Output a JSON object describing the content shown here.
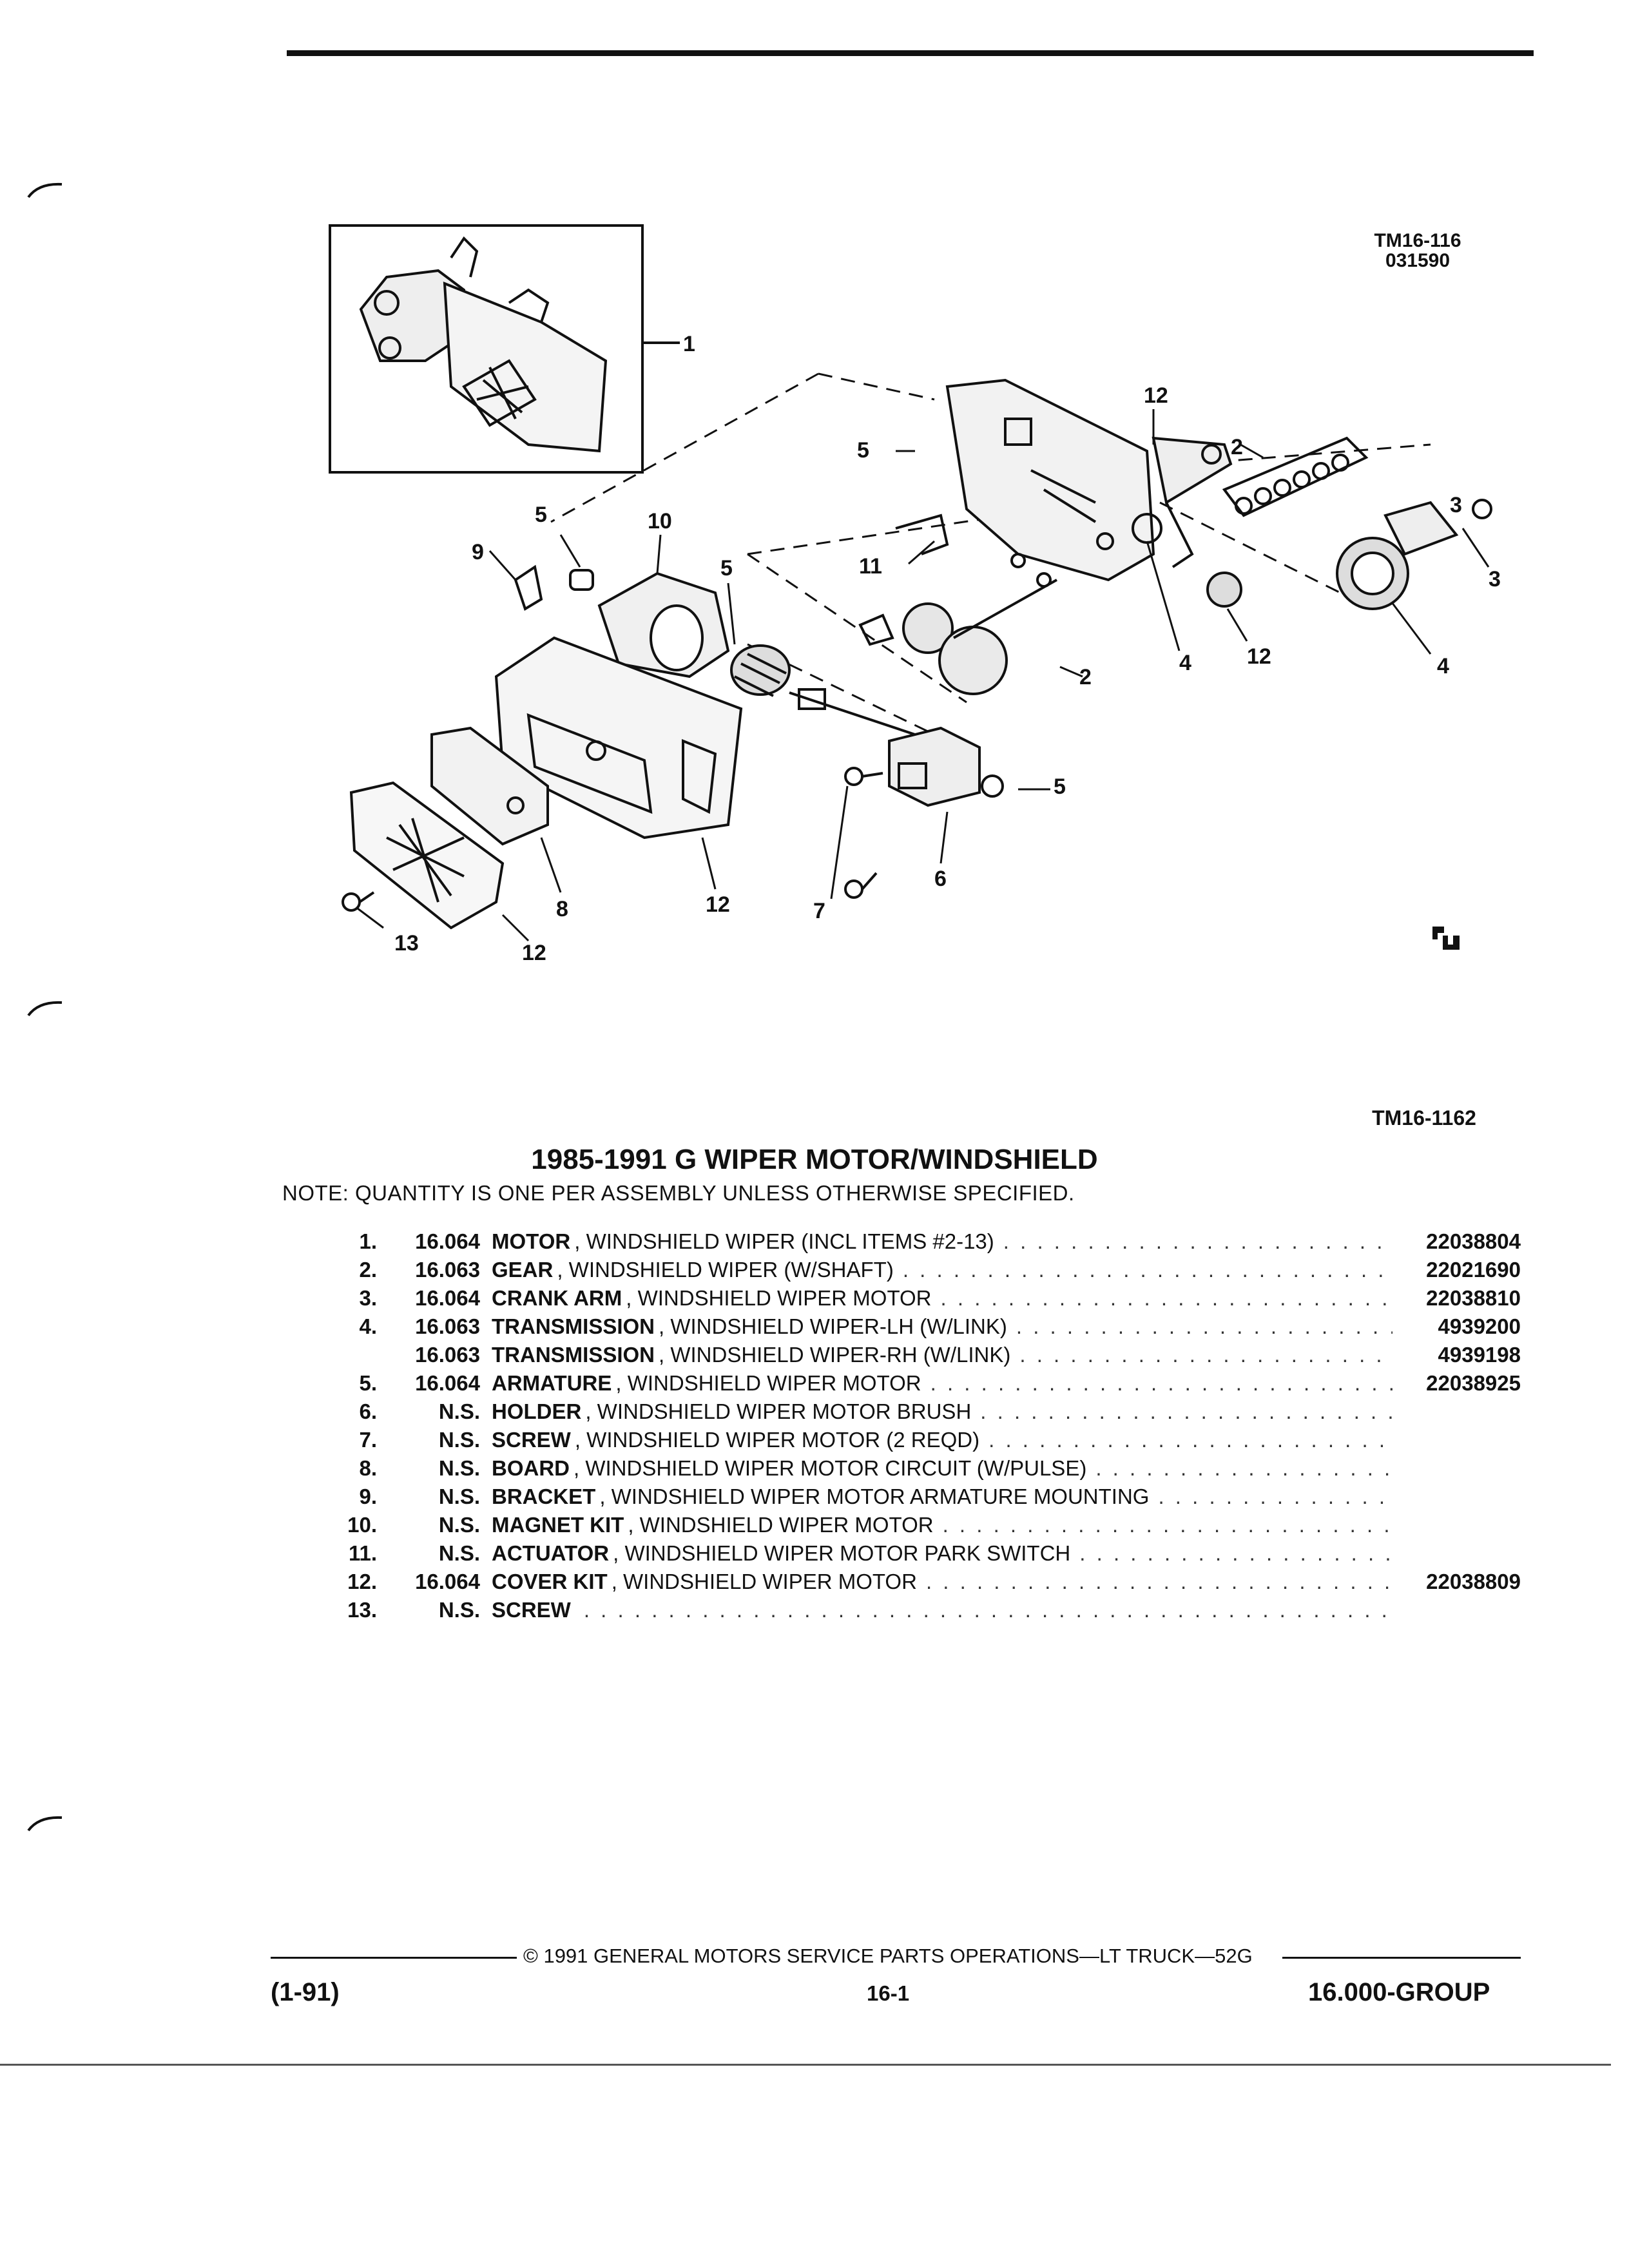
{
  "header": {
    "drawing_id_top": [
      "TM16-116",
      "031590"
    ],
    "drawing_id_bottom": "TM16-1162"
  },
  "diagram": {
    "callouts": [
      "1",
      "2",
      "2",
      "3",
      "3",
      "4",
      "4",
      "5",
      "5",
      "5",
      "5",
      "6",
      "7",
      "8",
      "9",
      "10",
      "11",
      "12",
      "12",
      "12",
      "12",
      "13"
    ]
  },
  "title": "1985-1991 G WIPER MOTOR/WINDSHIELD",
  "note": "NOTE: QUANTITY IS ONE PER ASSEMBLY UNLESS OTHERWISE SPECIFIED.",
  "parts": [
    {
      "no": "1.",
      "group": "16.064",
      "name": "MOTOR",
      "desc": ", WINDSHIELD WIPER (INCL ITEMS #2-13)",
      "pn": "22038804"
    },
    {
      "no": "2.",
      "group": "16.063",
      "name": "GEAR",
      "desc": ", WINDSHIELD WIPER (W/SHAFT)",
      "pn": "22021690"
    },
    {
      "no": "3.",
      "group": "16.064",
      "name": "CRANK ARM",
      "desc": ", WINDSHIELD WIPER MOTOR",
      "pn": "22038810"
    },
    {
      "no": "4.",
      "group": "16.063",
      "name": "TRANSMISSION",
      "desc": ", WINDSHIELD WIPER-LH (W/LINK)",
      "pn": "4939200"
    },
    {
      "no": "",
      "group": "16.063",
      "name": "TRANSMISSION",
      "desc": ", WINDSHIELD WIPER-RH (W/LINK)",
      "pn": "4939198"
    },
    {
      "no": "5.",
      "group": "16.064",
      "name": "ARMATURE",
      "desc": ", WINDSHIELD WIPER MOTOR",
      "pn": "22038925"
    },
    {
      "no": "6.",
      "group": "N.S.",
      "name": "HOLDER",
      "desc": ", WINDSHIELD WIPER MOTOR BRUSH",
      "pn": ""
    },
    {
      "no": "7.",
      "group": "N.S.",
      "name": "SCREW",
      "desc": ", WINDSHIELD WIPER MOTOR (2 REQD)",
      "pn": ""
    },
    {
      "no": "8.",
      "group": "N.S.",
      "name": "BOARD",
      "desc": ", WINDSHIELD WIPER MOTOR CIRCUIT (W/PULSE)",
      "pn": ""
    },
    {
      "no": "9.",
      "group": "N.S.",
      "name": "BRACKET",
      "desc": ", WINDSHIELD WIPER MOTOR ARMATURE MOUNTING",
      "pn": ""
    },
    {
      "no": "10.",
      "group": "N.S.",
      "name": "MAGNET KIT",
      "desc": ", WINDSHIELD WIPER MOTOR",
      "pn": ""
    },
    {
      "no": "11.",
      "group": "N.S.",
      "name": "ACTUATOR",
      "desc": ", WINDSHIELD WIPER MOTOR PARK SWITCH",
      "pn": ""
    },
    {
      "no": "12.",
      "group": "16.064",
      "name": "COVER KIT",
      "desc": ", WINDSHIELD WIPER MOTOR",
      "pn": "22038809"
    },
    {
      "no": "13.",
      "group": "N.S.",
      "name": "SCREW",
      "desc": "",
      "pn": ""
    }
  ],
  "footer": {
    "copyright": "© 1991 GENERAL MOTORS SERVICE PARTS OPERATIONS—LT TRUCK—52G",
    "edition": "(1-91)",
    "page": "16-1",
    "group": "16.000-GROUP"
  }
}
